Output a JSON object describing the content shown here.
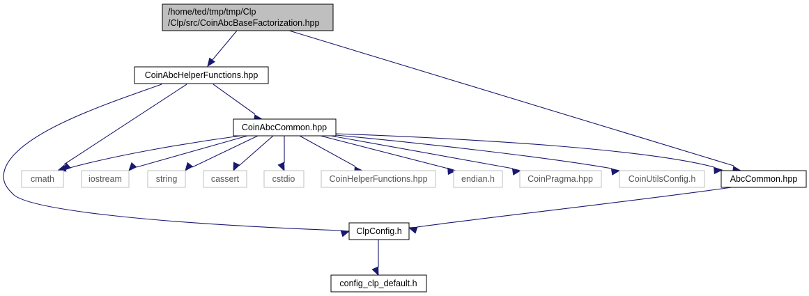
{
  "colors": {
    "edge": "#191970",
    "root_fill": "#bfbfbf",
    "root_border": "#000000",
    "node_border": "#000000",
    "external_border": "#bfbfbf",
    "background": "#ffffff"
  },
  "nodes": {
    "root": {
      "line1": "/home/ted/tmp/tmp/Clp",
      "line2": "/Clp/src/CoinAbcBaseFactorization.hpp"
    },
    "helper": {
      "label": "CoinAbcHelperFunctions.hpp"
    },
    "common": {
      "label": "CoinAbcCommon.hpp"
    },
    "cmath": {
      "label": "cmath"
    },
    "iostream": {
      "label": "iostream"
    },
    "string": {
      "label": "string"
    },
    "cassert": {
      "label": "cassert"
    },
    "cstdio": {
      "label": "cstdio"
    },
    "coinhelper": {
      "label": "CoinHelperFunctions.hpp"
    },
    "endian": {
      "label": "endian.h"
    },
    "pragma": {
      "label": "CoinPragma.hpp"
    },
    "utilsconfig": {
      "label": "CoinUtilsConfig.h"
    },
    "abccommon": {
      "label": "AbcCommon.hpp"
    },
    "clpconfig": {
      "label": "ClpConfig.h"
    },
    "default": {
      "label": "config_clp_default.h"
    }
  }
}
